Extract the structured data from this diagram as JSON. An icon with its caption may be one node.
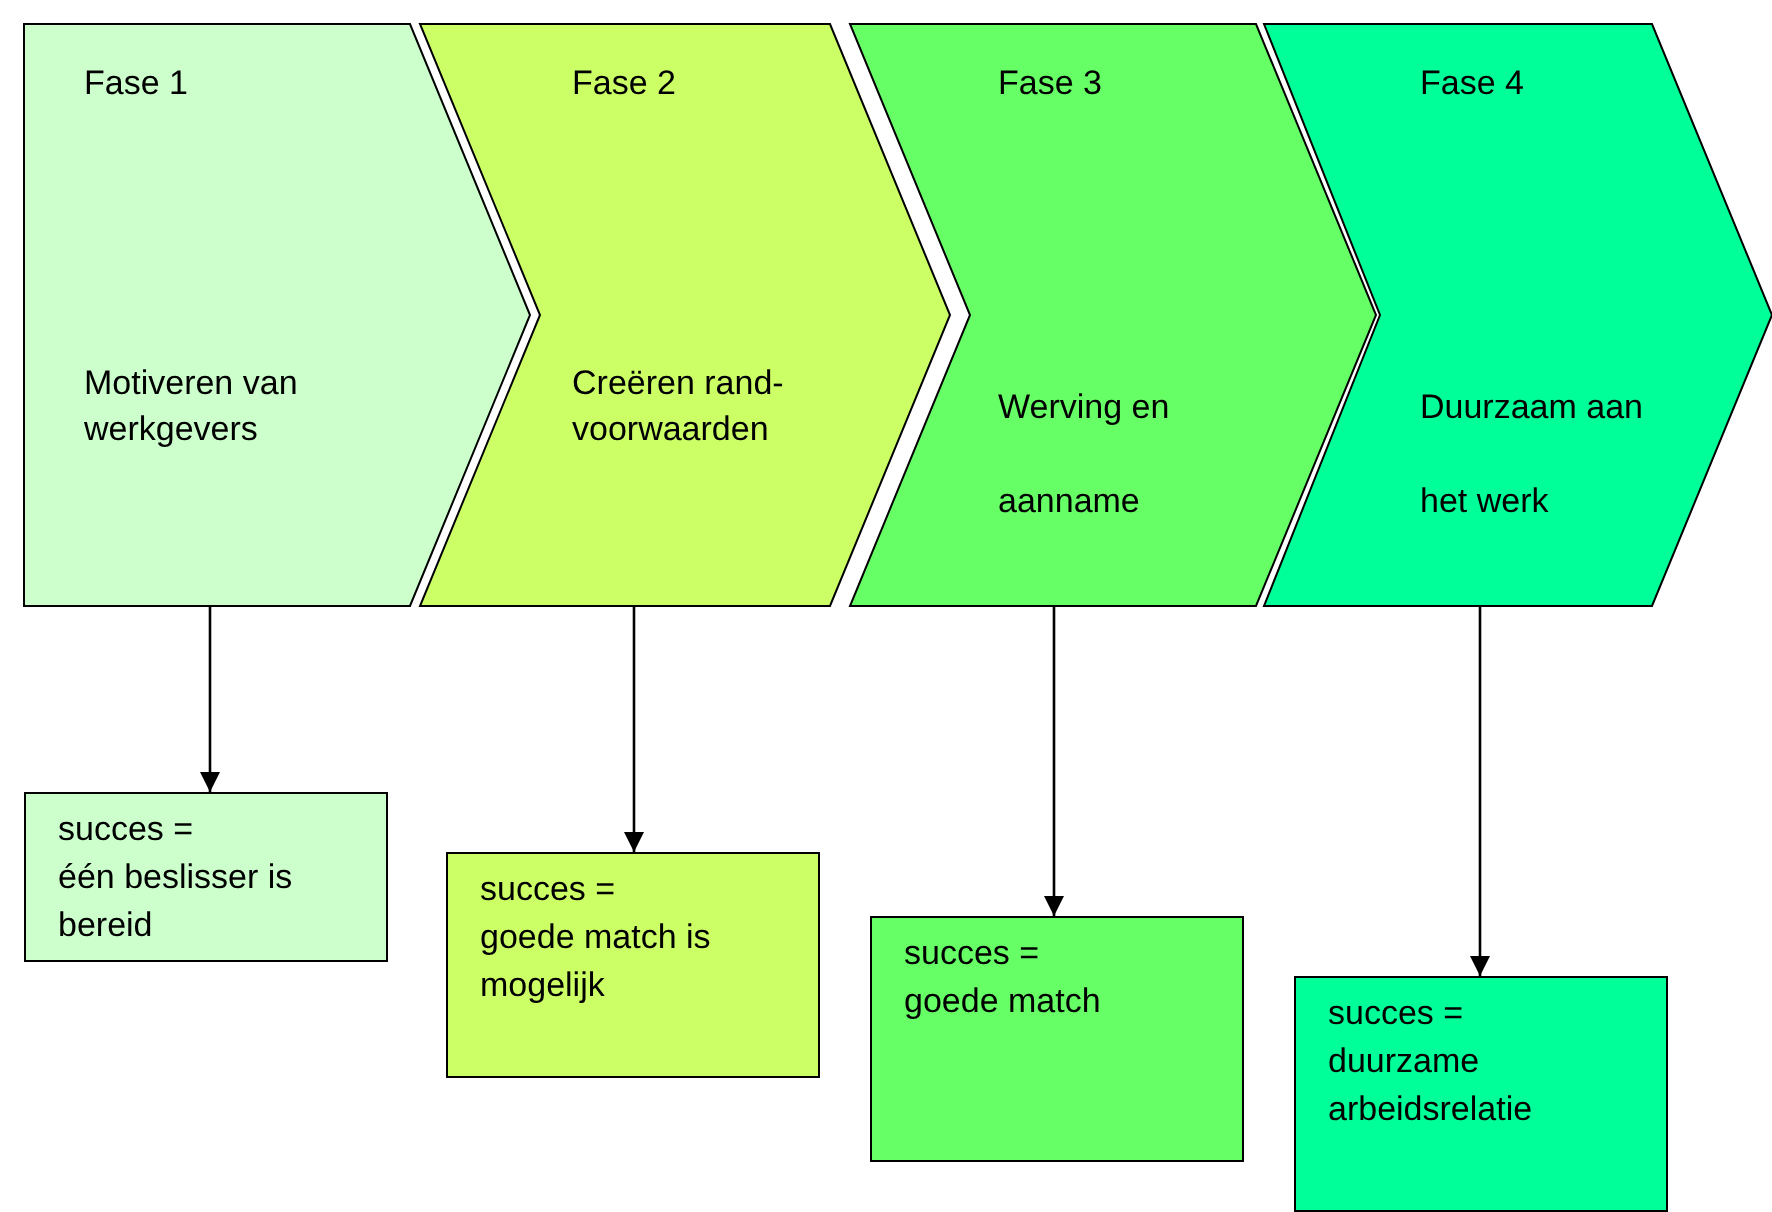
{
  "diagram": {
    "nodes": [
      {
        "text": [
          "Fase 1",
          "Motiveren van werkgevers"
        ]
      },
      {
        "text": [
          "Fase 2",
          "Creëren rand- voorwaarden"
        ]
      },
      {
        "text": [
          "Fase 3",
          "Werving en aanname"
        ]
      },
      {
        "text": [
          "Fase 4",
          "Duurzaam aan het werk"
        ]
      },
      {
        "text": [
          "succes =",
          "één beslisser is bereid"
        ]
      },
      {
        "text": [
          "succes =",
          "goede match is mogelijk"
        ]
      },
      {
        "text": [
          "succes =",
          "goede match"
        ]
      },
      {
        "text": [
          "succes =",
          "duurzame arbeidsrelatie"
        ]
      }
    ],
    "edges": [
      {
        "from": 0,
        "to": 4,
        "arrow": "to"
      },
      {
        "from": 1,
        "to": 5,
        "arrow": "to"
      },
      {
        "from": 2,
        "to": 6,
        "arrow": "to"
      },
      {
        "from": 3,
        "to": 7,
        "arrow": "to"
      }
    ]
  }
}
